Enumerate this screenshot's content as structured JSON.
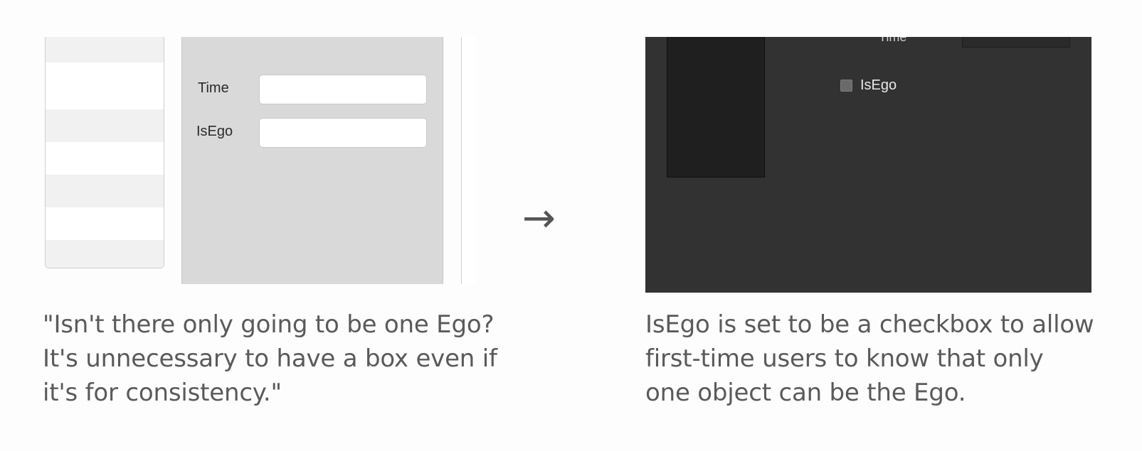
{
  "left_mock": {
    "fields": [
      {
        "label": "Time",
        "value": ""
      },
      {
        "label": "IsEgo",
        "value": ""
      }
    ]
  },
  "arrow": {
    "glyph": "→"
  },
  "right_mock": {
    "time_label": "Time",
    "checkbox_label": "IsEgo",
    "checkbox_checked": false
  },
  "captions": {
    "left": [
      "\"Isn't there only going to be one Ego?",
      "It's unnecessary to have a box even if",
      "it's for consistency.\""
    ],
    "right": [
      "IsEgo is set to be a checkbox to allow",
      "first-time users to know that only",
      "one object can be the Ego."
    ]
  }
}
